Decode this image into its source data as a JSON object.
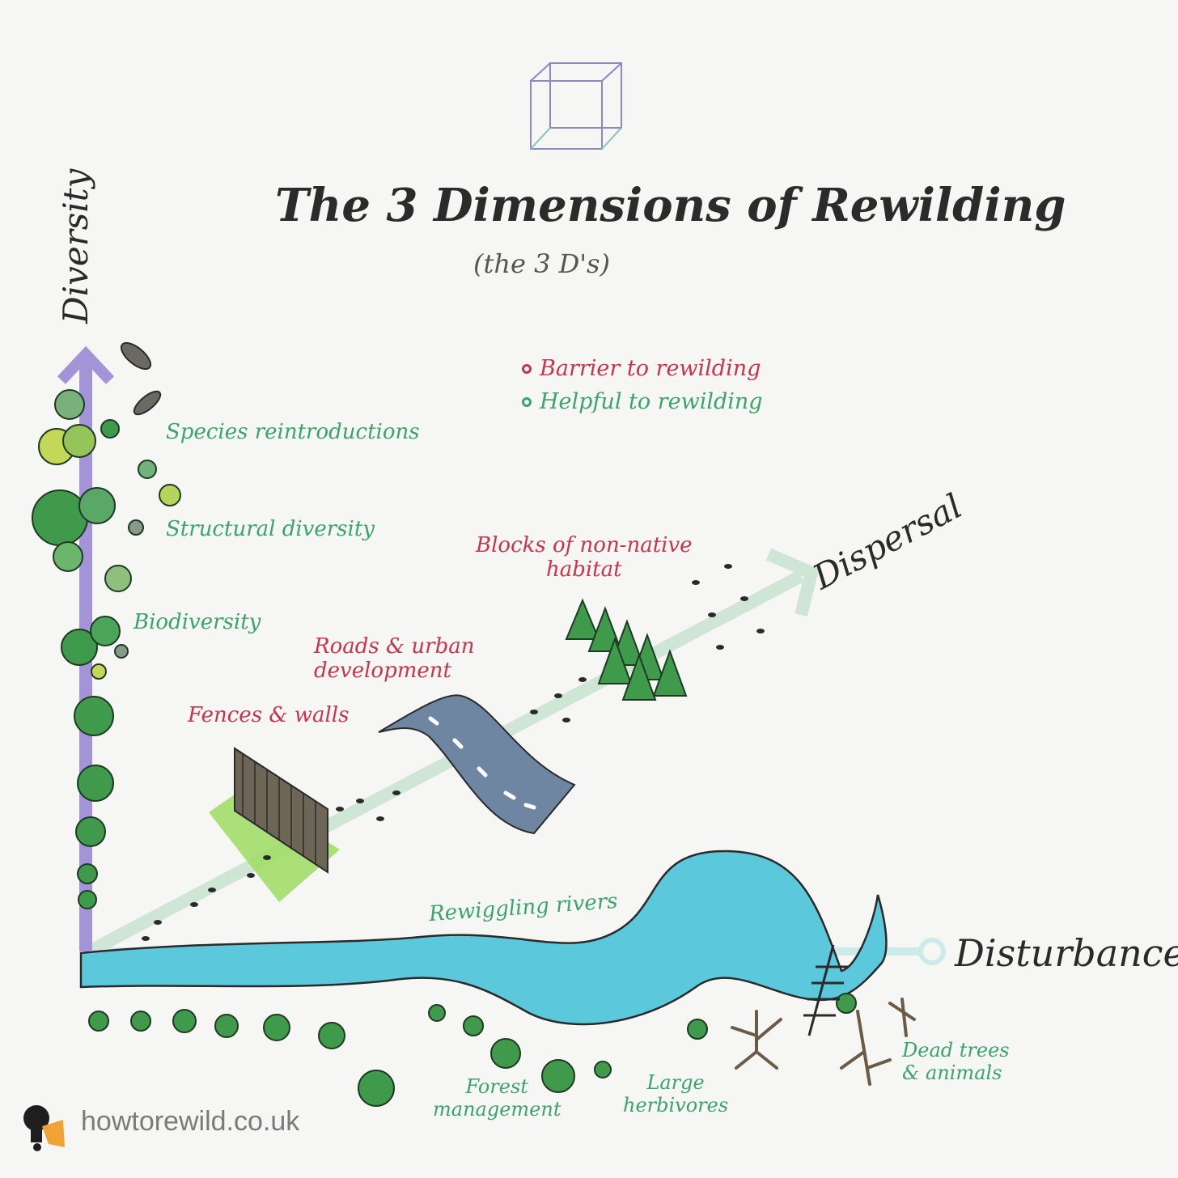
{
  "title": "The 3 Dimensions of Rewilding",
  "subtitle": "(the 3 D's)",
  "axes": {
    "diversity": "Diversity",
    "dispersal": "Dispersal",
    "disturbance": "Disturbance"
  },
  "legend": {
    "barrier": "Barrier to rewilding",
    "helpful": "Helpful to rewilding"
  },
  "labels": {
    "species_reintroductions": "Species reintroductions",
    "structural_diversity": "Structural diversity",
    "biodiversity": "Biodiversity",
    "fences_walls": "Fences & walls",
    "roads_line1": "Roads & urban",
    "roads_line2": "development",
    "blocks_line1": "Blocks of non-native",
    "blocks_line2": "habitat",
    "rewiggling_rivers": "Rewiggling rivers",
    "forest_line1": "Forest",
    "forest_line2": "management",
    "herbivores_line1": "Large",
    "herbivores_line2": "herbivores",
    "dead_line1": "Dead trees",
    "dead_line2": "& animals"
  },
  "brand": {
    "website": "howtorewild.co.uk"
  },
  "colors": {
    "diversity_axis": "#a394d8",
    "dispersal_axis": "#cfe6d6",
    "disturbance_axis": "#cdeaea",
    "river": "#5cc8dc",
    "road": "#6f86a3",
    "tree_green": "#3f9a4c",
    "helpful": "#3aa46a",
    "barrier": "#c8354a",
    "grass": "#9edc62"
  }
}
